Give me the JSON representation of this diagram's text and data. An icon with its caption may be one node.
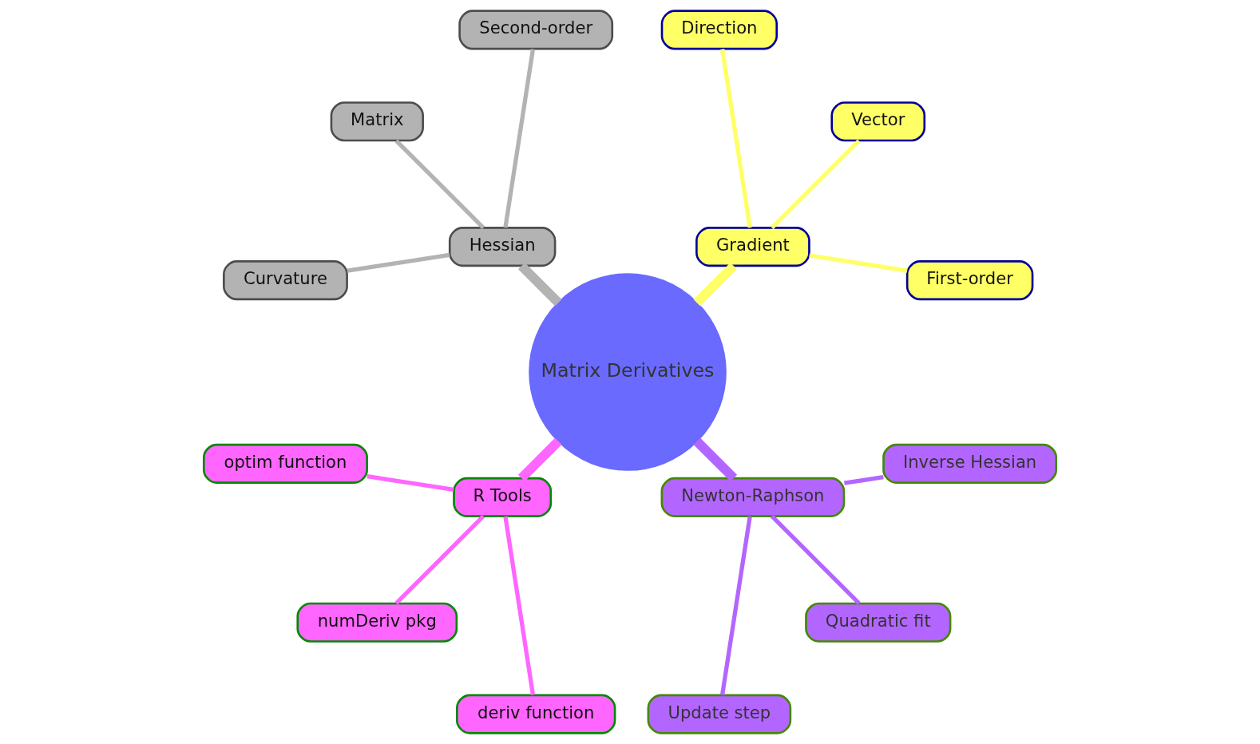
{
  "diagram": {
    "nodes": [
      {
        "text": [
          "Matrix Derivatives"
        ]
      },
      {
        "text": [
          "Gradient"
        ]
      },
      {
        "text": [
          "First-order"
        ]
      },
      {
        "text": [
          "Vector"
        ]
      },
      {
        "text": [
          "Direction"
        ]
      },
      {
        "text": [
          "Hessian"
        ]
      },
      {
        "text": [
          "Second-order"
        ]
      },
      {
        "text": [
          "Matrix"
        ]
      },
      {
        "text": [
          "Curvature"
        ]
      },
      {
        "text": [
          "R Tools"
        ]
      },
      {
        "text": [
          "optim function"
        ]
      },
      {
        "text": [
          "numDeriv pkg"
        ]
      },
      {
        "text": [
          "deriv function"
        ]
      },
      {
        "text": [
          "Newton-Raphson"
        ]
      },
      {
        "text": [
          "Update step"
        ]
      },
      {
        "text": [
          "Quadratic fit"
        ]
      },
      {
        "text": [
          "Inverse Hessian"
        ]
      }
    ],
    "edges": [
      {
        "from": 0,
        "to": 1,
        "arrow": "none",
        "style": "thick",
        "color": "#ffff66"
      },
      {
        "from": 1,
        "to": 2,
        "arrow": "none",
        "color": "#ffff66"
      },
      {
        "from": 1,
        "to": 3,
        "arrow": "none",
        "color": "#ffff66"
      },
      {
        "from": 1,
        "to": 4,
        "arrow": "none",
        "color": "#ffff66"
      },
      {
        "from": 0,
        "to": 5,
        "arrow": "none",
        "style": "thick",
        "color": "#b3b3b3"
      },
      {
        "from": 5,
        "to": 6,
        "arrow": "none",
        "color": "#b3b3b3"
      },
      {
        "from": 5,
        "to": 7,
        "arrow": "none",
        "color": "#b3b3b3"
      },
      {
        "from": 5,
        "to": 8,
        "arrow": "none",
        "color": "#b3b3b3"
      },
      {
        "from": 0,
        "to": 9,
        "arrow": "none",
        "style": "thick",
        "color": "#ff66ff"
      },
      {
        "from": 9,
        "to": 10,
        "arrow": "none",
        "color": "#ff66ff"
      },
      {
        "from": 9,
        "to": 11,
        "arrow": "none",
        "color": "#ff66ff"
      },
      {
        "from": 9,
        "to": 12,
        "arrow": "none",
        "color": "#ff66ff"
      },
      {
        "from": 0,
        "to": 13,
        "arrow": "none",
        "style": "thick",
        "color": "#b366ff"
      },
      {
        "from": 13,
        "to": 14,
        "arrow": "none",
        "color": "#b366ff"
      },
      {
        "from": 13,
        "to": 15,
        "arrow": "none",
        "color": "#b366ff"
      },
      {
        "from": 13,
        "to": 16,
        "arrow": "none",
        "color": "#b366ff"
      }
    ]
  }
}
